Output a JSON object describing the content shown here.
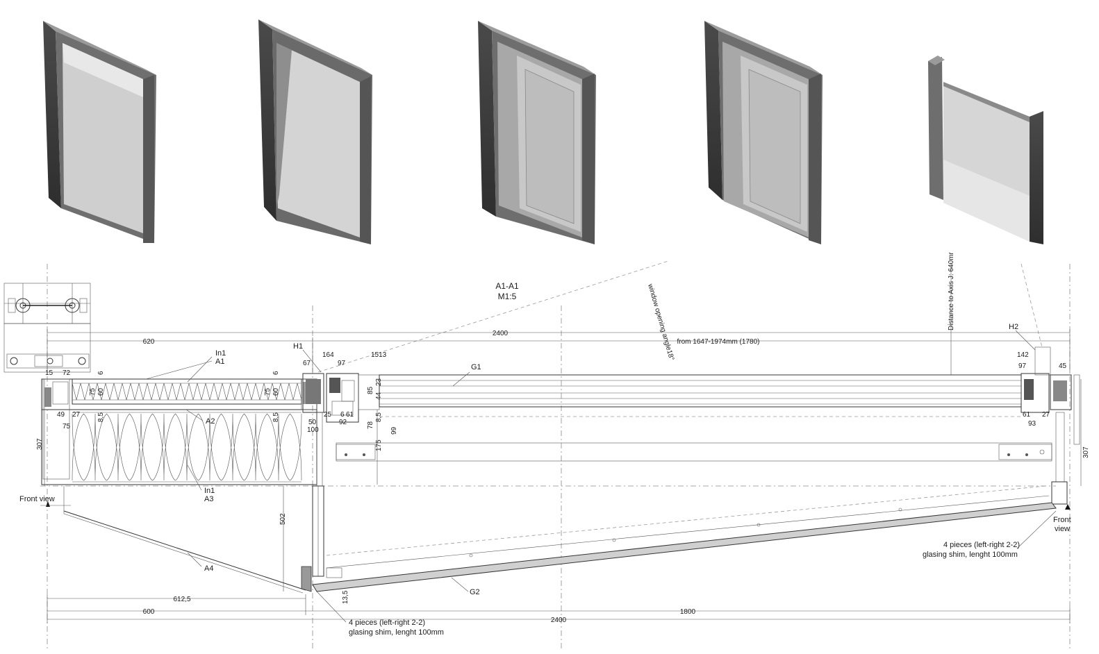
{
  "section": {
    "title": "A1-A1",
    "scale": "M1:5"
  },
  "labels": {
    "opening_angle": "window opening angle18°",
    "axis_distance": "Distance to Axis J: 640mr",
    "front_view_left": "Front view",
    "front_view_right_1": "Front",
    "front_view_right_2": "view",
    "shim_left_1": "4 pieces (left-right 2-2)",
    "shim_left_2": "glasing shim, lenght 100mm",
    "shim_right_1": "4 pieces (left-right 2-2)",
    "shim_right_2": "glasing shim, lenght 100mm",
    "range": "from 1647-1974mm (1780)"
  },
  "markers": {
    "h1": "H1",
    "h2": "H2",
    "g1": "G1",
    "g2": "G2",
    "in1_top": "In1",
    "a1": "A1",
    "a2": "A2",
    "in1_bottom": "In1",
    "a3": "A3",
    "a4": "A4"
  },
  "dims": {
    "top_620": "620",
    "top_2400": "2400",
    "d15": "15",
    "d72": "72",
    "d6a": "6",
    "d6b": "6",
    "d75a": "75",
    "d60a": "60",
    "d75b": "75",
    "d60b": "60",
    "d49": "49",
    "d27a": "27",
    "d8_5a": "8,5",
    "d8_5b": "8,5",
    "d75c": "75",
    "d307a": "307",
    "d307b": "307",
    "d67": "67",
    "d164": "164",
    "d97a": "97",
    "d1513": "1513",
    "d85": "85",
    "d23": "23",
    "d44": "44",
    "d25": "25",
    "d6c": "6",
    "d61a": "61",
    "d92": "92",
    "d8_5c": "8,5",
    "d50": "50",
    "d100": "100",
    "d78": "78",
    "d99": "99",
    "d175": "175",
    "d502": "502",
    "d142": "142",
    "d97b": "97",
    "d45": "45",
    "d61b": "61",
    "d27b": "27",
    "d93": "93",
    "d612_5": "612,5",
    "d13_5": "13,5",
    "bot_600": "600",
    "bot_1800": "1800",
    "bot_2400": "2400"
  }
}
